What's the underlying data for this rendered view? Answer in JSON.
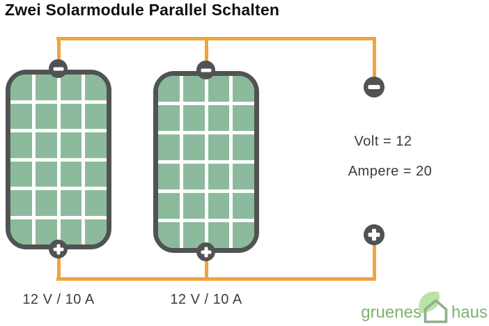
{
  "title": "Zwei Solarmodule Parallel Schalten",
  "panel_labels": [
    "12 V / 10 A",
    "12 V / 10 A"
  ],
  "output_values": {
    "volt": "Volt = 12",
    "ampere": "Ampere = 20"
  },
  "logo": {
    "word1": "gruenes",
    "word2": "haus"
  },
  "grid": {
    "rows": 6,
    "cols": 4,
    "cells": 24
  },
  "icons": {
    "panel_terminal_top": "minus-icon",
    "panel_terminal_bottom": "plus-icon",
    "output_terminal_negative": "minus-icon",
    "output_terminal_positive": "plus-icon",
    "logo_leaf": "leaf-icon",
    "logo_house": "house-icon"
  },
  "colors": {
    "wire_orange": "#F1A33C",
    "panel_border_gray": "#515254",
    "cell_green": "#8CBA9C",
    "terminal_gray": "#515254",
    "title_text": "#101010",
    "body_text": "#3B3B3B",
    "logo_text_green": "#7DB46C",
    "logo_leaf_green": "#BCE3A6",
    "logo_house_green": "#8FAE8C"
  }
}
